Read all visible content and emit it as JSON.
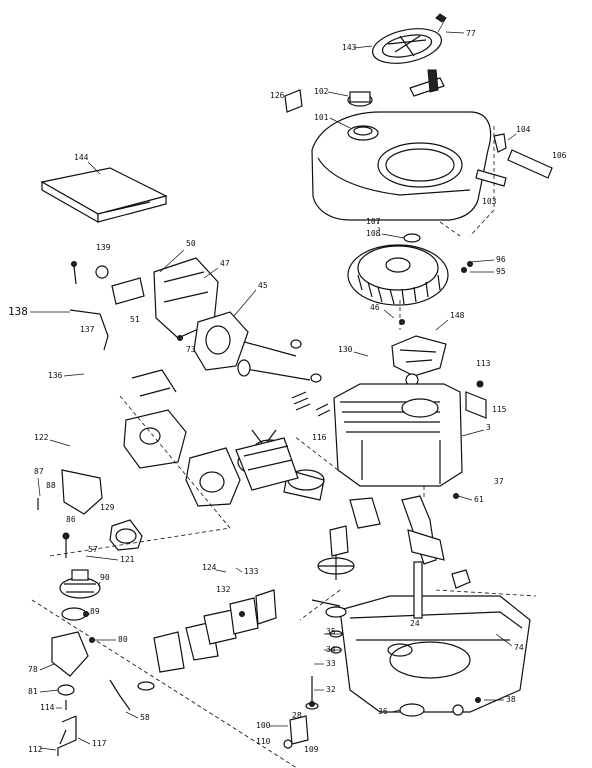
{
  "diagram": {
    "labels": {
      "l1": "77",
      "l2": "143",
      "l3": "126",
      "l4": "102",
      "l5": "101",
      "l6": "104",
      "l7": "106",
      "l8": "103",
      "l9": "144",
      "l10": "107",
      "l11": "108",
      "l12": "96",
      "l13": "95",
      "l14": "139",
      "l15": "50",
      "l16": "47",
      "l17": "45",
      "l18": "138",
      "l19": "51",
      "l20": "137",
      "l21": "46",
      "l22": "148",
      "l23": "136",
      "l24": "73",
      "l25": "130",
      "l26": "113",
      "l27": "115",
      "l28": "3",
      "l29": "122",
      "l30": "87",
      "l31": "88",
      "l32": "86",
      "l33": "129",
      "l34": "121",
      "l35": "57",
      "l36": "90",
      "l37": "89",
      "l38": "80",
      "l39": "78",
      "l40": "81",
      "l41": "114",
      "l42": "112",
      "l43": "117",
      "l44": "116",
      "l45": "61",
      "l46": "37",
      "l47": "38",
      "l48": "74",
      "l49": "100",
      "l50": "110",
      "l51": "109",
      "l52": "28",
      "l53": "124",
      "l54": "132",
      "l55": "133",
      "l56": "24",
      "l57": "32",
      "l58": "33",
      "l59": "34",
      "l60": "35",
      "l61": "36",
      "l62": "58"
    }
  }
}
